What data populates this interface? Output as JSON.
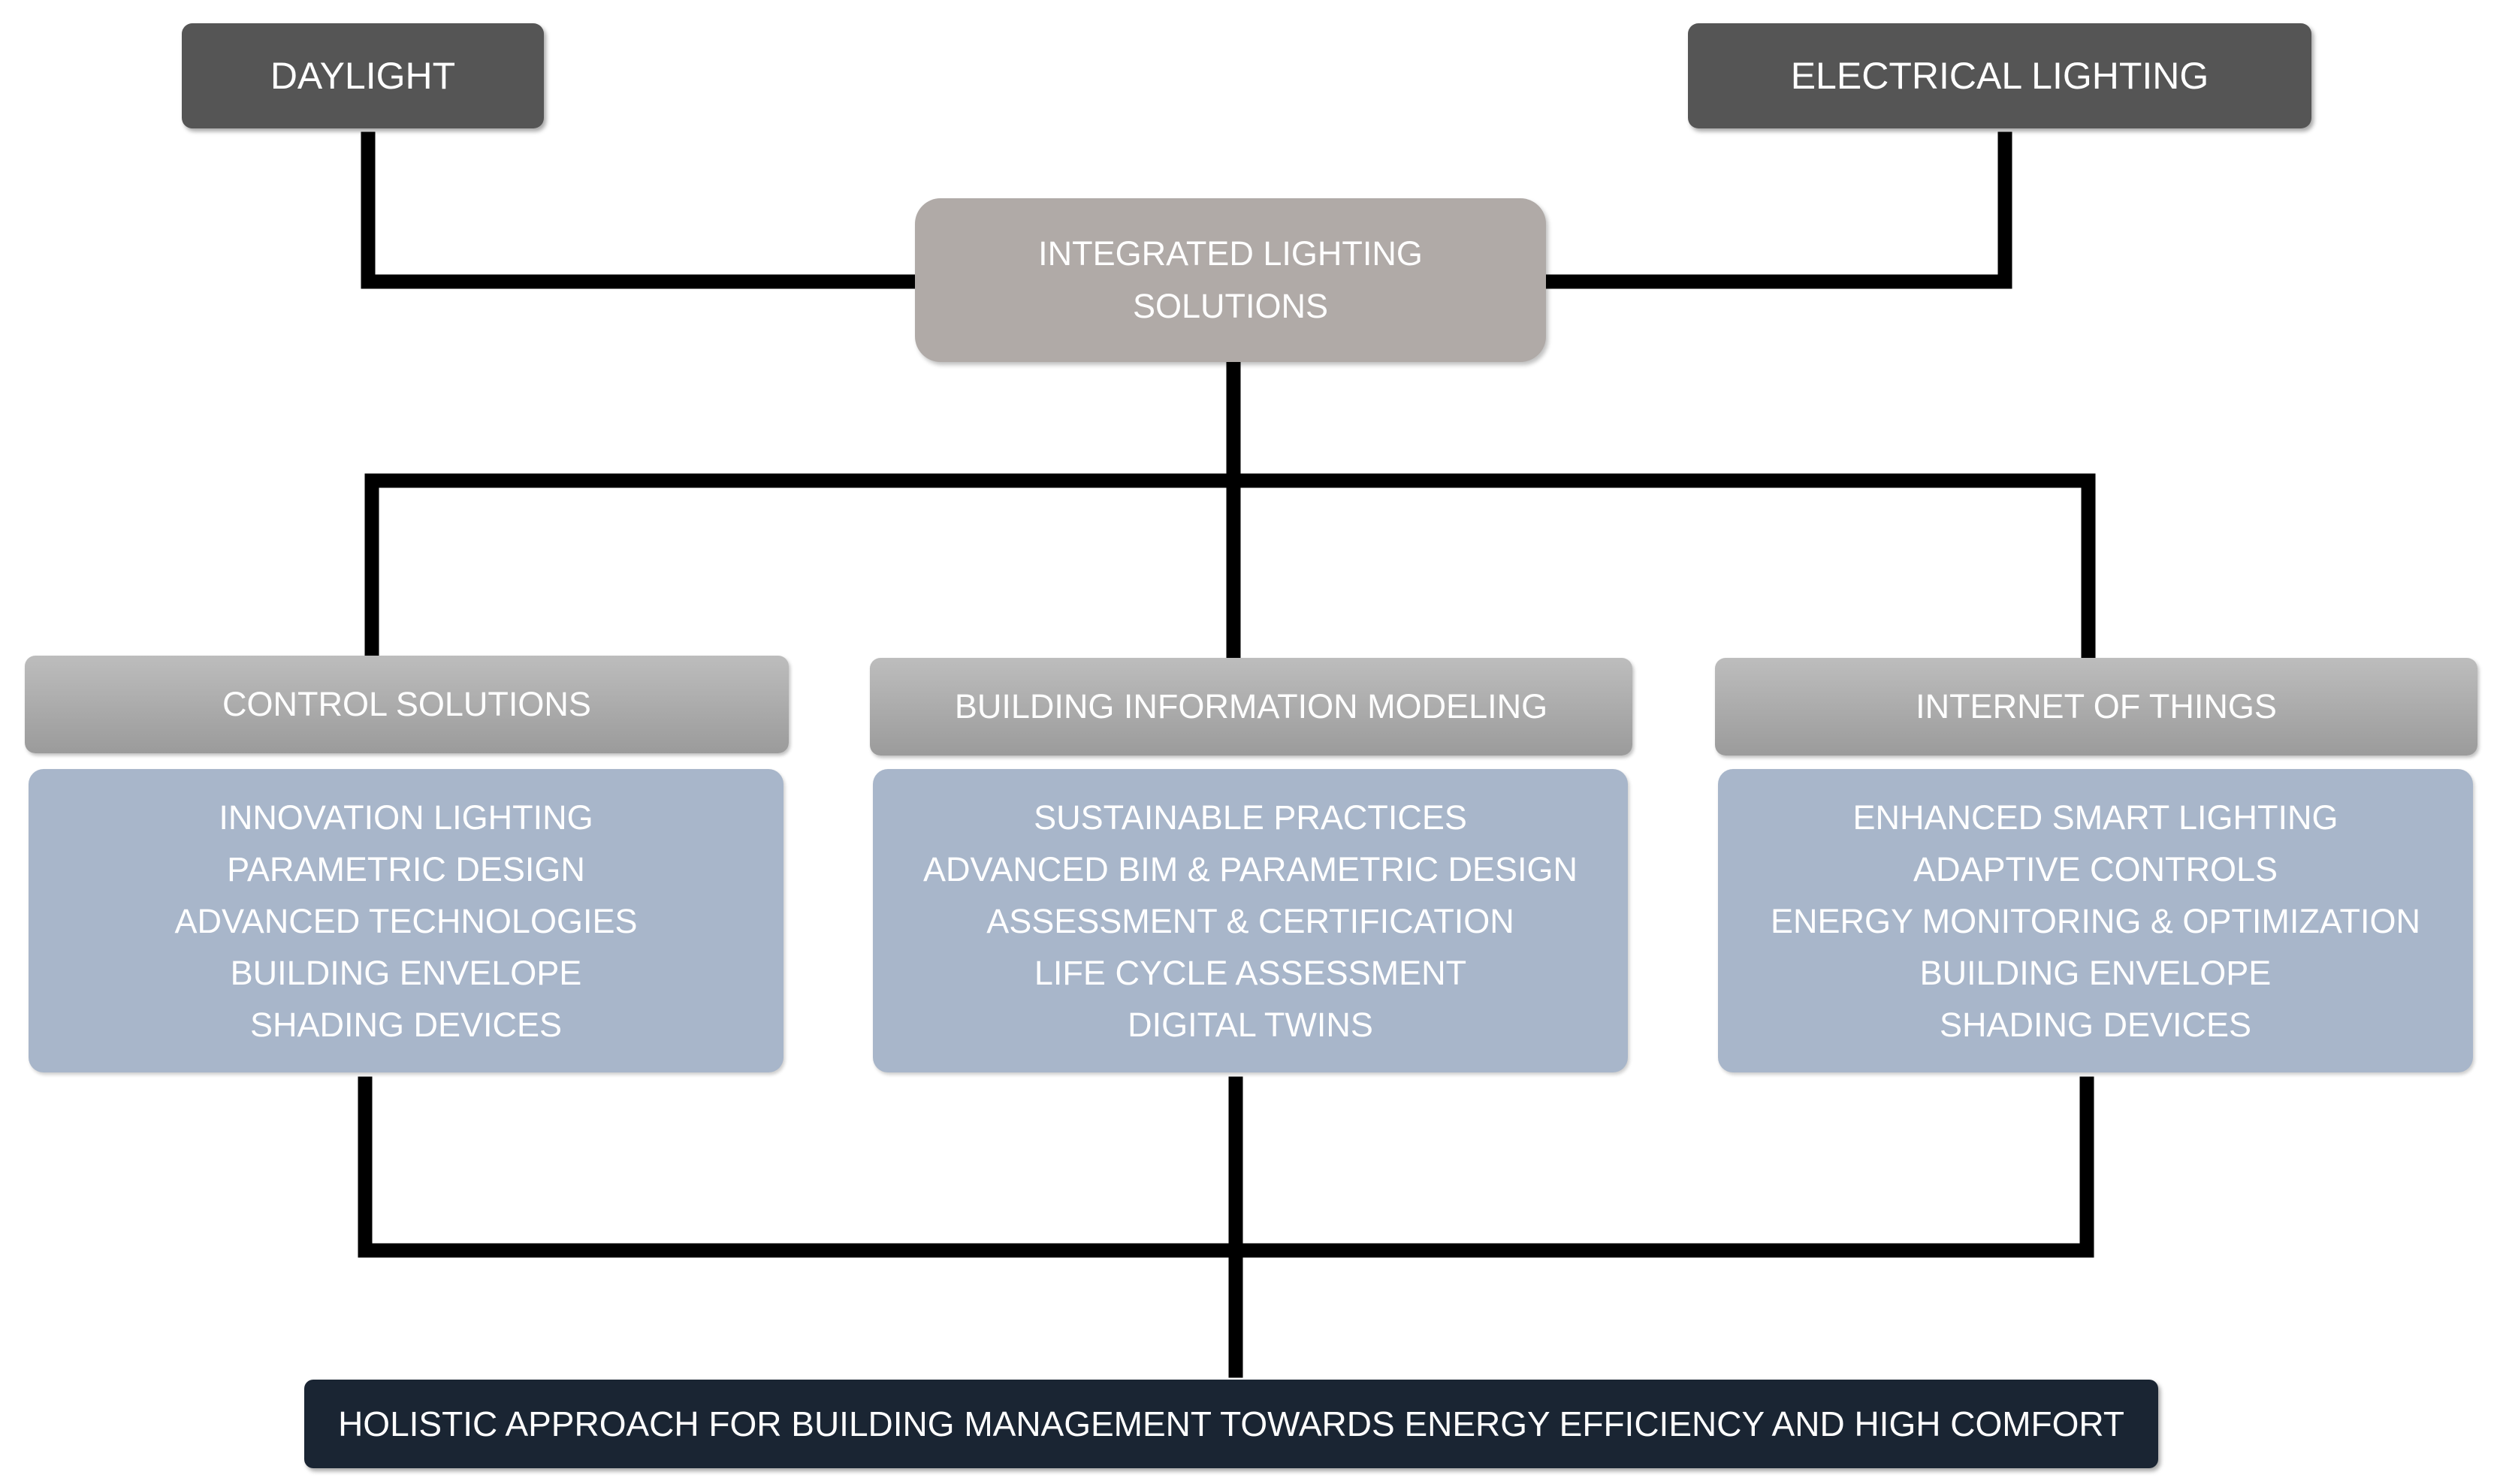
{
  "top": {
    "daylight": "DAYLIGHT",
    "electrical": "ELECTRICAL LIGHTING"
  },
  "central": {
    "line1": "INTEGRATED LIGHTING",
    "line2": "SOLUTIONS"
  },
  "columns": [
    {
      "header": "CONTROL SOLUTIONS",
      "items": [
        "INNOVATION LIGHTING",
        "PARAMETRIC DESIGN",
        "ADVANCED TECHNOLOGIES",
        "BUILDING ENVELOPE",
        "SHADING DEVICES"
      ]
    },
    {
      "header": "BUILDING INFORMATION MODELING",
      "items": [
        "SUSTAINABLE PRACTICES",
        "ADVANCED BIM & PARAMETRIC DESIGN",
        "ASSESSMENT & CERTIFICATION",
        "LIFE CYCLE ASSESSMENT",
        "DIGITAL TWINS"
      ]
    },
    {
      "header": "INTERNET OF THINGS",
      "items": [
        "ENHANCED SMART LIGHTING",
        "ADAPTIVE CONTROLS",
        "ENERGY MONITORING & OPTIMIZATION",
        "BUILDING ENVELOPE",
        "SHADING DEVICES"
      ]
    }
  ],
  "bottom": {
    "label": "HOLISTIC APPROACH FOR BUILDING MANAGEMENT TOWARDS ENERGY EFFICIENCY AND HIGH COMFORT"
  },
  "colors": {
    "top_box": "#555555",
    "central_box": "#b0aaa7",
    "header_box": "#a9a9a9",
    "list_box": "#a8b6ca",
    "bottom_box": "#1a2533",
    "connector": "#000000"
  }
}
